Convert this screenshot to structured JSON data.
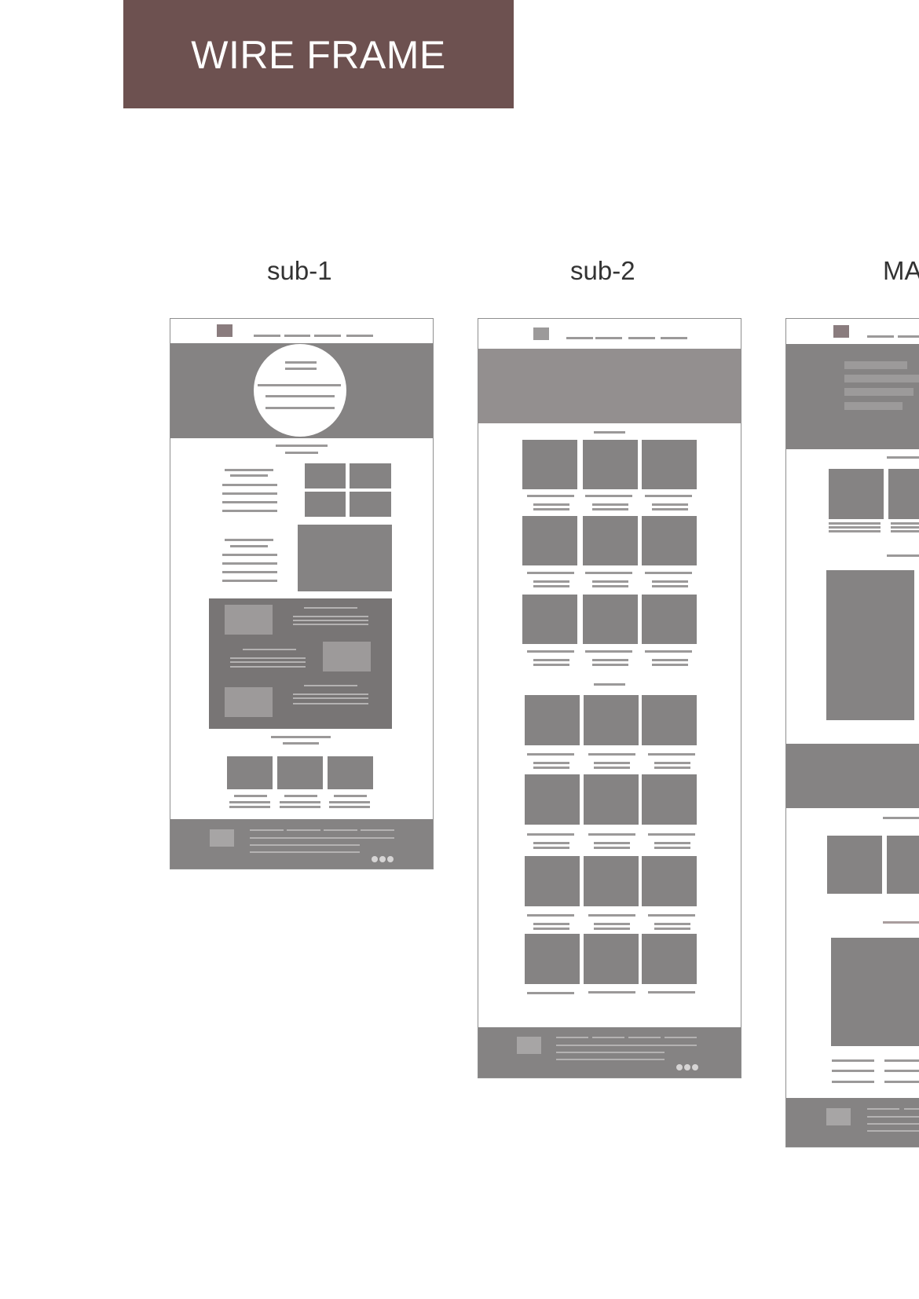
{
  "title": "WIRE FRAME",
  "columns": [
    {
      "label": "sub-1"
    },
    {
      "label": "sub-2"
    },
    {
      "label": "MA"
    }
  ],
  "colors": {
    "banner": "#6d5150",
    "block": "#858383",
    "line": "#9b9999",
    "logo": "#8a7c7e"
  }
}
